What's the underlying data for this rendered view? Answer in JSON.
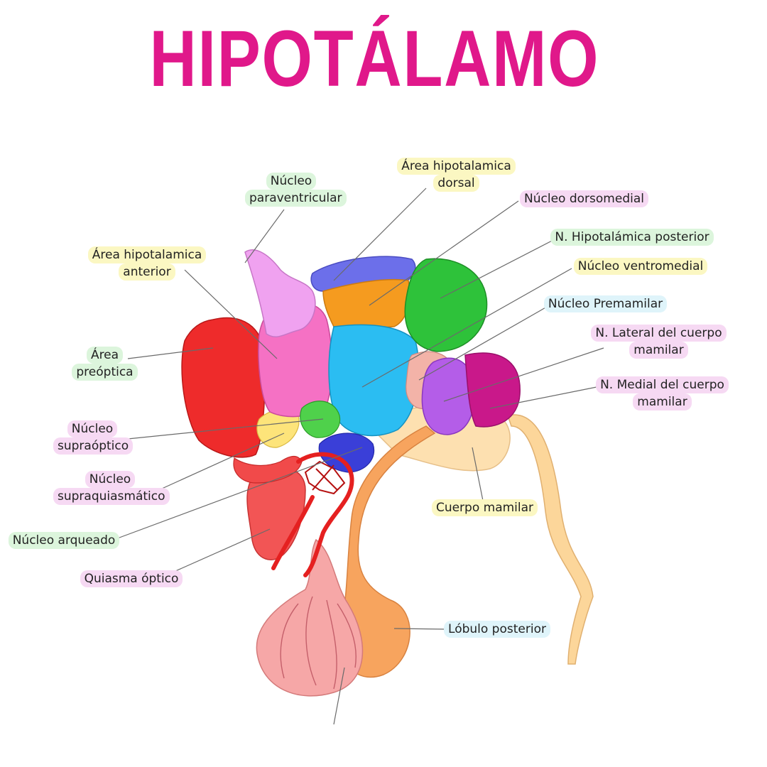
{
  "title": "HIPOTÁLAMO",
  "colors": {
    "title": "#e0188a",
    "highlight_green": "#dcf5dc",
    "highlight_yellow": "#fbf7c2",
    "highlight_pink": "#f6d9f3",
    "highlight_blue": "#dff4fa"
  },
  "labels": {
    "paraventricular": [
      "Núcleo",
      "paraventricular"
    ],
    "dorsal_area": [
      "Área hipotalamica",
      "dorsal"
    ],
    "dorsomedial": [
      "Núcleo dorsomedial"
    ],
    "posterior_area": [
      "N. Hipotalámica posterior"
    ],
    "ventromedial": [
      "Núcleo ventromedial"
    ],
    "anterior_area": [
      "Área hipotalamica",
      "anterior"
    ],
    "premammillary": [
      "Núcleo Premamilar"
    ],
    "lateral_mammillary": [
      "N. Lateral del cuerpo",
      "mamilar"
    ],
    "preoptic": [
      "Área",
      "preóptica"
    ],
    "medial_mammillary": [
      "N. Medial del cuerpo",
      "mamilar"
    ],
    "supraoptic": [
      "Núcleo",
      "supraóptico"
    ],
    "suprachiasmatic": [
      "Núcleo",
      "supraquiasmático"
    ],
    "mammillary_body": [
      "Cuerpo mamilar"
    ],
    "arcuate": [
      "Núcleo arqueado"
    ],
    "optic_chiasm": [
      "Quiasma óptico"
    ],
    "posterior_lobe": [
      "Lóbulo posterior"
    ]
  }
}
